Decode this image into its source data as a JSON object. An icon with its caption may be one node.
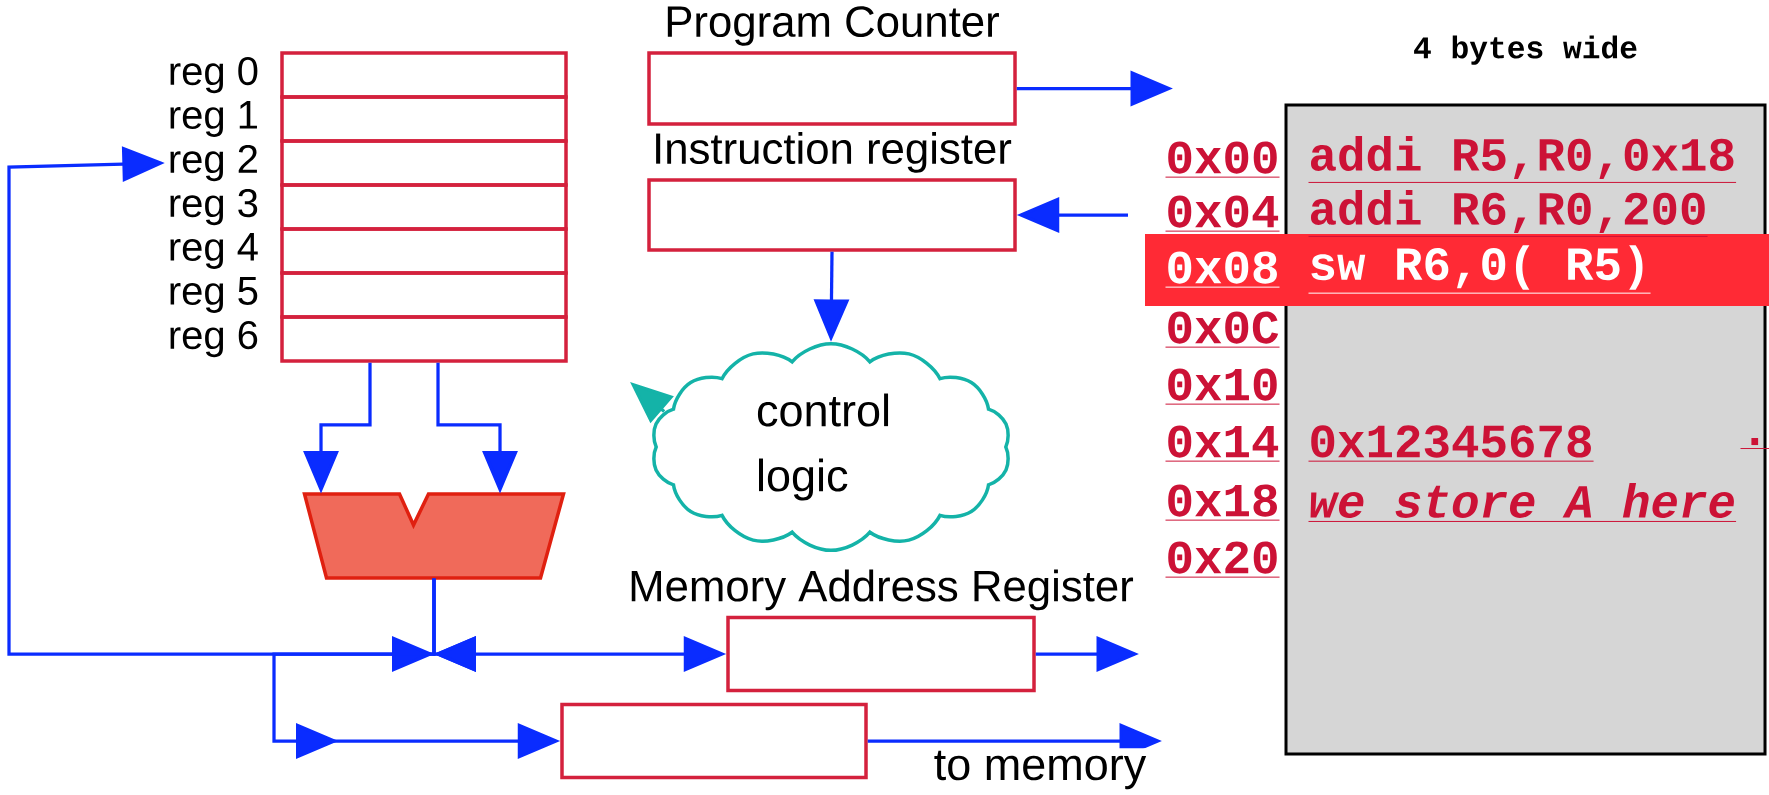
{
  "diagram": {
    "nodes": [
      {
        "text": [],
        "shape": "box",
        "beside": [
          "reg 0"
        ]
      },
      {
        "text": [],
        "shape": "box",
        "beside": [
          "reg 1"
        ]
      },
      {
        "text": [],
        "shape": "box",
        "beside": [
          "reg 2"
        ]
      },
      {
        "text": [],
        "shape": "box",
        "beside": [
          "reg 3"
        ]
      },
      {
        "text": [],
        "shape": "box",
        "beside": [
          "reg 4"
        ]
      },
      {
        "text": [],
        "shape": "box",
        "beside": [
          "reg 5"
        ]
      },
      {
        "text": [],
        "shape": "box",
        "beside": [
          "reg 6"
        ]
      },
      {
        "text": [],
        "shape": "trapezoid"
      },
      {
        "text": [
          "Program Counter"
        ]
      },
      {
        "text": [
          "Instruction register"
        ]
      },
      {
        "text": [
          "control logic"
        ]
      },
      {
        "text": [
          "Memory Address Register"
        ]
      },
      {
        "text": [],
        "shape": "box"
      },
      {
        "text": [
          "4 bytes wide"
        ]
      },
      {
        "text": [
          "0x08",
          "sw R6,0( R5)"
        ]
      }
    ],
    "edges": [
      {
        "from": 7,
        "to": 2,
        "arrow": "to"
      },
      {
        "from": 7,
        "to": 11,
        "arrow": "to"
      },
      {
        "from": 7,
        "to": 12,
        "arrow": "to"
      },
      {
        "from": 6,
        "to": 7,
        "arrow": "to"
      },
      {
        "from": 6,
        "to": 7,
        "arrow": "to"
      },
      {
        "from": 8,
        "to": null,
        "arrow": "to"
      },
      {
        "from": null,
        "to": 9,
        "arrow": "to"
      },
      {
        "from": 9,
        "to": 10,
        "arrow": "to"
      },
      {
        "from": 10,
        "to": null,
        "arrow": "to",
        "color": "#14b3a8"
      },
      {
        "from": 11,
        "to": null,
        "arrow": "to"
      },
      {
        "from": 12,
        "to": null,
        "arrow": "to",
        "label": "to memory"
      }
    ],
    "labels": [
      "0x00",
      "addi R5,R0,0x18",
      "0x04",
      "addi R6,R0,200",
      "0x0C",
      "0x10",
      "0x14",
      "0x12345678",
      ".",
      "0x18",
      "we store A here",
      "0x20"
    ]
  }
}
